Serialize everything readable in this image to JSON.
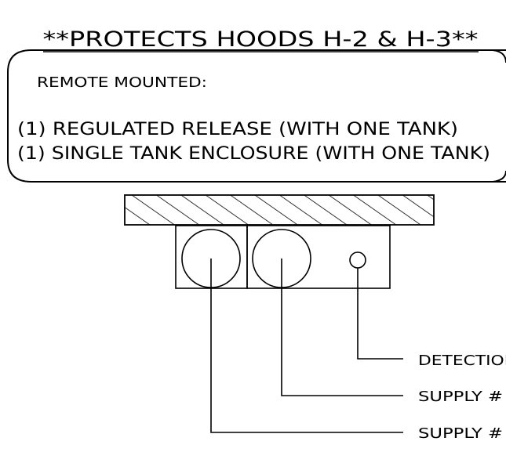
{
  "header": {
    "title": "**PROTECTS HOODS H-2 & H-3**"
  },
  "note_box": {
    "heading": "REMOTE MOUNTED:",
    "lines": [
      "(1) REGULATED RELEASE (WITH ONE TANK)",
      "(1) SINGLE TANK ENCLOSURE (WITH ONE TANK)"
    ]
  },
  "callouts": {
    "detection": "DETECTION",
    "supply_upper": "SUPPLY #",
    "supply_lower": "SUPPLY #"
  },
  "colors": {
    "ink": "#000000",
    "background": "#ffffff"
  }
}
